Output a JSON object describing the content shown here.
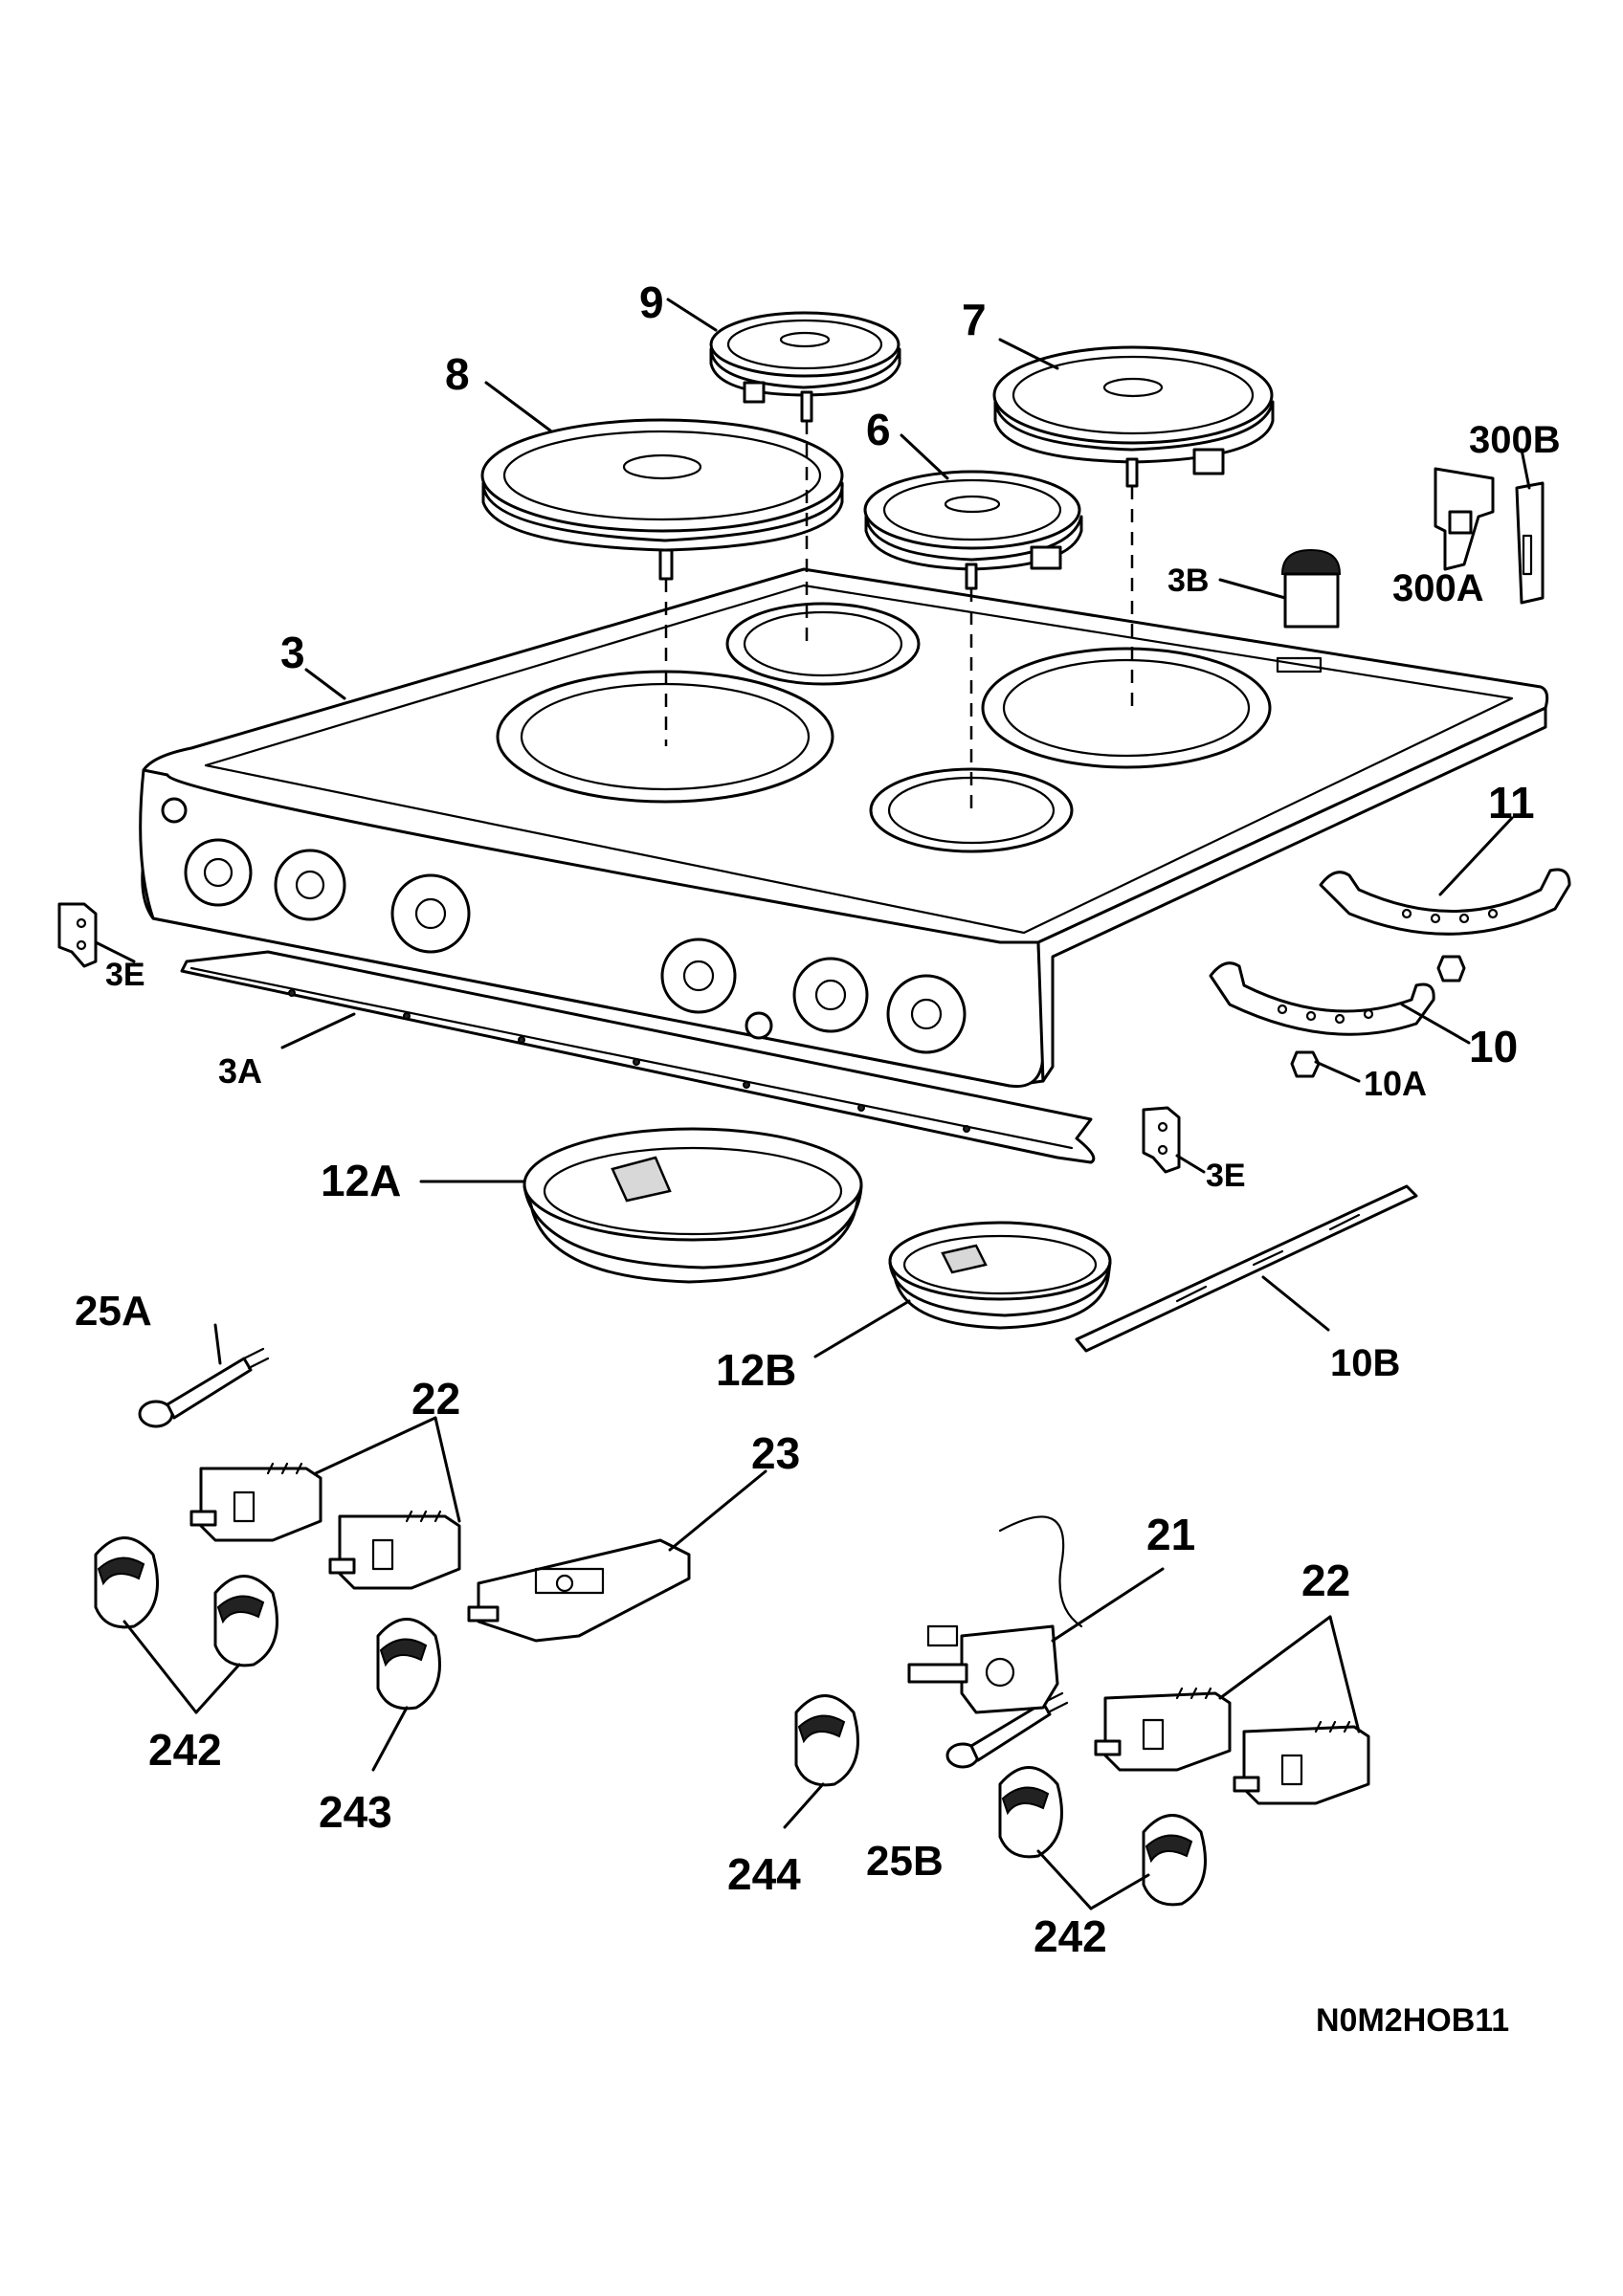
{
  "labels": {
    "l9": "9",
    "l7": "7",
    "l8": "8",
    "l6": "6",
    "l300b": "300B",
    "l300a": "300A",
    "l3b": "3B",
    "l3": "3",
    "l11": "11",
    "l3e_left": "3E",
    "l3a": "3A",
    "l10": "10",
    "l10a": "10A",
    "l3e_right": "3E",
    "l12a": "12A",
    "l25a": "25A",
    "l12b": "12B",
    "l10b": "10B",
    "l22_left": "22",
    "l23": "23",
    "l21": "21",
    "l22_right": "22",
    "l242_left": "242",
    "l243": "243",
    "l244": "244",
    "l25b": "25B",
    "l242_right": "242"
  },
  "diagram_code": "N0M2HOB11"
}
